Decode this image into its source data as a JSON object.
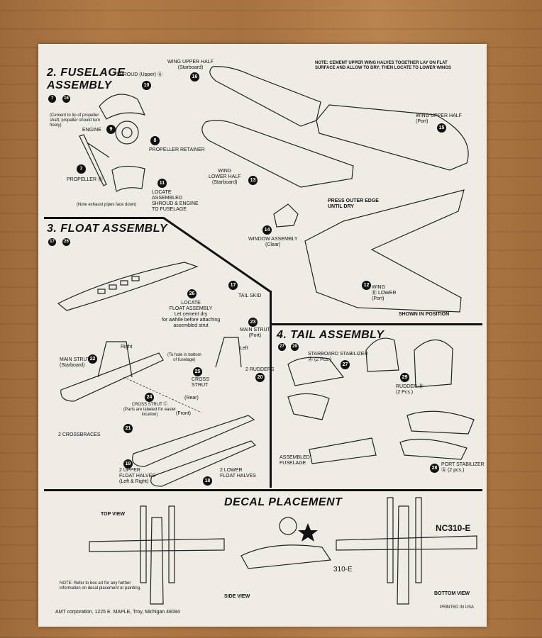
{
  "fuselage": {
    "title": "2. FUSELAGE",
    "title2": "ASSEMBLY",
    "range": [
      "7",
      "16"
    ],
    "shroud": "SHROUD (Upper) Ⓐ",
    "shroud_num": "10",
    "cement_note": "(Cement to tip of propeller shaft; propeller should turn freely)",
    "engine": "ENGINE",
    "engine_num": "9",
    "retainer_num": "8",
    "retainer": "PROPELLER RETAINER",
    "propeller_num": "7",
    "propeller": "PROPELLER Ⓑ",
    "locate_num": "11",
    "locate": "LOCATE\nASSEMBLED\nSHROUD & ENGINE\nTO FUSELAGE",
    "exhaust_note": "(Note exhaust pipes face down)"
  },
  "wings": {
    "upper_half_starboard": "WING UPPER HALF\n(Starboard)",
    "upper_starboard_num": "16",
    "note": "NOTE: CEMENT UPPER WING HALVES TOGETHER LAY ON FLAT SURFACE AND ALLOW TO DRY; THEN LOCATE TO LOWER WINGS",
    "upper_half_port": "WING UPPER HALF\n(Port)",
    "upper_port_num": "15",
    "lower_half_starboard": "WING\nLOWER HALF\n(Starboard)",
    "lower_starboard_num": "13",
    "press_edge": "PRESS OUTER EDGE\nUNTIL DRY",
    "window_num": "14",
    "window": "WINDOW ASSEMBLY\n(Clear)",
    "lower_port_num": "12",
    "lower_port": "WING\nⒷ LOWER\n(Port)",
    "shown": "SHOWN IN POSITION"
  },
  "float": {
    "title": "3. FLOAT ASSEMBLY",
    "range": [
      "17",
      "26"
    ],
    "tail_skid_num": "17",
    "tail_skid": "TAIL SKID",
    "locate_num": "26",
    "locate": "LOCATE\nFLOAT ASSEMBLY\nLet cement dry\nfor awhile before attaching\nassembled strut",
    "main_strut_port_num": "23",
    "main_strut_port": "MAIN STRUT\n(Port)",
    "left": "Left",
    "right": "Right",
    "main_strut_star": "MAIN STRUT\n(Starboard)",
    "main_strut_star_num": "22",
    "hole_note": "(To hole in bottom\nof fuselage)",
    "cross_strut_num": "25",
    "cross_strut": "CROSS\nSTRUT",
    "rear": "(Rear)",
    "rudders_num": "20",
    "rudders": "2 RUDDERS",
    "cross_strut2_num": "24",
    "cross_strut2": "CROSS STRUT Ⓒ\n(Parts are labeled for easier\nlocation)",
    "front": "(Front)",
    "crossbraces_num": "21",
    "crossbraces": "2 CROSSBRACES",
    "upper_float_num": "19",
    "upper_float": "2 UPPER\nFLOAT HALVES\n(Left & Right)",
    "lower_float_num": "18",
    "lower_float": "2 LOWER\nFLOAT HALVES"
  },
  "tail": {
    "title": "4. TAIL ASSEMBLY",
    "range": [
      "27",
      "29"
    ],
    "starboard_stab": "STARBOARD STABILIZER\nⒶ (2 Pcs.)",
    "starboard_num": "27",
    "rudder_num": "29",
    "rudder": "RUDDER Ⓑ\n(2 Pcs.)",
    "assembled_fuselage": "ASSEMBLED\nFUSELAGE",
    "port_num": "28",
    "port_stab": "PORT STABILIZER\nⒶ (2 pcs.)"
  },
  "decal": {
    "title": "DECAL PLACEMENT",
    "top_view": "TOP VIEW",
    "side_view": "SIDE VIEW",
    "bottom_view": "BOTTOM VIEW",
    "reg_big": "NC310-E",
    "reg_small": "310-E",
    "note": "NOTE: Refer to box art for any further information on decal placement or painting.",
    "company": "AMT corporation, 1225 E. MAPLE, Troy, Michigan 48084",
    "printed": "PRINTED IN USA"
  }
}
